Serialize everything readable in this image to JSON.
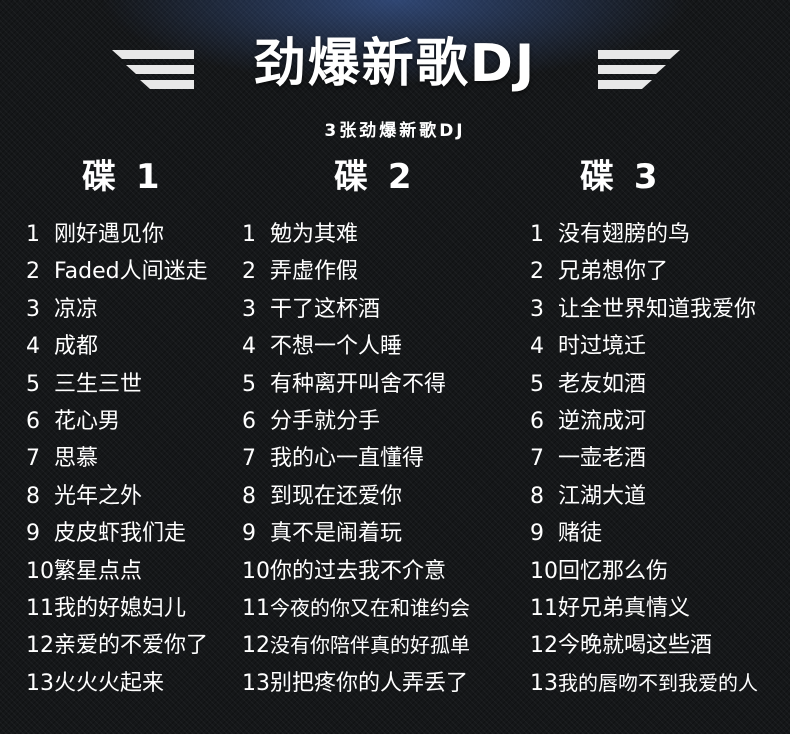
{
  "header": {
    "title": "劲爆新歌DJ",
    "subtitle": "3张劲爆新歌DJ"
  },
  "discs": [
    {
      "label": "碟 1",
      "tracks": [
        {
          "num": "1",
          "title": "刚好遇见你"
        },
        {
          "num": "2",
          "title": "Faded人间迷走"
        },
        {
          "num": "3",
          "title": "凉凉"
        },
        {
          "num": "4",
          "title": "成都"
        },
        {
          "num": "5",
          "title": "三生三世"
        },
        {
          "num": "6",
          "title": "花心男"
        },
        {
          "num": "7",
          "title": "思慕"
        },
        {
          "num": "8",
          "title": "光年之外"
        },
        {
          "num": "9",
          "title": "皮皮虾我们走"
        },
        {
          "num": "10",
          "title": "繁星点点"
        },
        {
          "num": "11",
          "title": "我的好媳妇儿"
        },
        {
          "num": "12",
          "title": "亲爱的不爱你了"
        },
        {
          "num": "13",
          "title": "火火火起来"
        }
      ]
    },
    {
      "label": "碟 2",
      "tracks": [
        {
          "num": "1",
          "title": "勉为其难"
        },
        {
          "num": "2",
          "title": "弄虚作假"
        },
        {
          "num": "3",
          "title": "干了这杯酒"
        },
        {
          "num": "4",
          "title": "不想一个人睡"
        },
        {
          "num": "5",
          "title": "有种离开叫舍不得"
        },
        {
          "num": "6",
          "title": "分手就分手"
        },
        {
          "num": "7",
          "title": "我的心一直懂得"
        },
        {
          "num": "8",
          "title": "到现在还爱你"
        },
        {
          "num": "9",
          "title": "真不是闹着玩"
        },
        {
          "num": "10",
          "title": "你的过去我不介意"
        },
        {
          "num": "11",
          "title": "今夜的你又在和谁约会"
        },
        {
          "num": "12",
          "title": "没有你陪伴真的好孤单"
        },
        {
          "num": "13",
          "title": "别把疼你的人弄丢了"
        }
      ]
    },
    {
      "label": "碟 3",
      "tracks": [
        {
          "num": "1",
          "title": "没有翅膀的鸟"
        },
        {
          "num": "2",
          "title": "兄弟想你了"
        },
        {
          "num": "3",
          "title": "让全世界知道我爱你"
        },
        {
          "num": "4",
          "title": "时过境迁"
        },
        {
          "num": "5",
          "title": "老友如酒"
        },
        {
          "num": "6",
          "title": "逆流成河"
        },
        {
          "num": "7",
          "title": "一壶老酒"
        },
        {
          "num": "8",
          "title": "江湖大道"
        },
        {
          "num": "9",
          "title": "赌徒"
        },
        {
          "num": "10",
          "title": "回忆那么伤"
        },
        {
          "num": "11",
          "title": "好兄弟真情义"
        },
        {
          "num": "12",
          "title": "今晚就喝这些酒"
        },
        {
          "num": "13",
          "title": "我的唇吻不到我爱的人"
        }
      ]
    }
  ]
}
